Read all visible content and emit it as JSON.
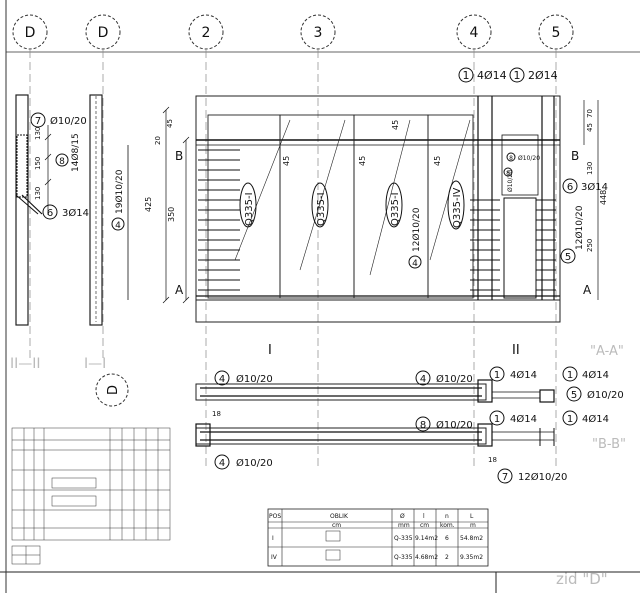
{
  "axes": [
    "D",
    "D",
    "2",
    "3",
    "4",
    "5"
  ],
  "sections": {
    "II": "II—II",
    "I": "I—I",
    "cut_I": "I",
    "cut_II": "II"
  },
  "levels": {
    "A": "A",
    "B": "B"
  },
  "top_bars": {
    "a": "4Ø14",
    "b": "2Ø14",
    "pos_a": "1",
    "pos_b": "1"
  },
  "left_detail": {
    "pos7": "7",
    "bar7": "Ø10/20",
    "pos8": "8",
    "bar8": "14Ø8/15",
    "pos6": "6",
    "bar6": "3Ø14",
    "dims": [
      "130",
      "150",
      "130"
    ]
  },
  "section_I": {
    "pos": "4",
    "bar": "19Ø10/20"
  },
  "elevation": {
    "dims_left": [
      "20",
      "45",
      "425",
      "350"
    ],
    "dims_gap": [
      "45",
      "45",
      "45",
      "45"
    ],
    "panels": [
      "Q335-I",
      "Q335-I",
      "Q335-I",
      "Q335-IV"
    ],
    "pos4": "4",
    "bar4": "12Ø10/20",
    "pos8": "8",
    "bar8": "Ø10/20",
    "pos8b": "8",
    "bar8b": "Ø10/20"
  },
  "right_side": {
    "dims": [
      "45",
      "70",
      "130",
      "448",
      "250"
    ],
    "pos6": "6",
    "bar6": "3Ø14",
    "pos5": "5",
    "bar5": "12Ø10/20"
  },
  "plan_AA": {
    "title": "\"A-A\"",
    "row1": {
      "pos_a": "4",
      "bar_a": "Ø10/20",
      "pos_b": "4",
      "bar_b": "Ø10/20",
      "pos_c": "1",
      "bar_c": "4Ø14",
      "pos_d": "1",
      "bar_d": "4Ø14",
      "pos_e": "5",
      "bar_e": "Ø10/20"
    }
  },
  "plan_BB": {
    "title": "\"B-B\"",
    "row2": {
      "pos_a": "8",
      "bar_a": "Ø10/20",
      "pos_b": "1",
      "bar_b": "4Ø14",
      "pos_c": "1",
      "bar_c": "4Ø14",
      "pos_d": "4",
      "bar_d": "Ø10/20",
      "pos_e": "7",
      "bar_e": "12Ø10/20"
    },
    "dims": [
      "18",
      "18"
    ]
  },
  "wall_title": "zid \"D\"",
  "mesh_table": {
    "headers": [
      "POS",
      "OBLIK",
      "Ø",
      "l",
      "n",
      "L"
    ],
    "units": [
      "",
      "cm",
      "mm",
      "cm",
      "kom.",
      "m"
    ],
    "rows": [
      [
        "I",
        "",
        "Q-335",
        "9.14m2",
        "6",
        "54.8m2"
      ],
      [
        "IV",
        "",
        "Q-335",
        "4.68m2",
        "2",
        "9.35m2"
      ]
    ]
  }
}
